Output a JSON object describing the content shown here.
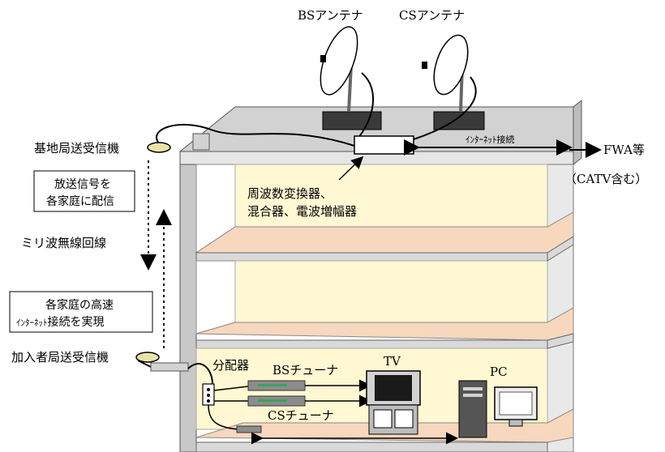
{
  "labels": {
    "bs_antenna": "BSアンテナ",
    "cs_antenna": "CSアンテナ",
    "base_station": "基地局送受信機",
    "internet_connection_roof": "ｲﾝﾀｰﾈｯﾄ接続",
    "fwa": "FWA等",
    "catv": "（CATV含む）",
    "equipment_line1": "周波数変換器、",
    "equipment_line2": "混合器、電波増幅器",
    "millimeter_link": "ミリ波無線回線",
    "subscriber_station": "加入者局送受信機",
    "splitter": "分配器",
    "bs_tuner": "BSチューナ",
    "cs_tuner": "CSチューナ",
    "tv": "TV",
    "pc": "PC"
  },
  "boxes": {
    "broadcast_line1": "放送信号を",
    "broadcast_line2": "各家庭に配信",
    "internet_line1": "各家庭の高速",
    "internet_line2_prefix": "ｲﾝﾀｰﾈｯﾄ",
    "internet_line2_suffix": "接続を実現"
  },
  "colors": {
    "room_fill": "#fff8d2",
    "floor_slab": "#f7d7be",
    "wall_grey": "#c8c8c8",
    "roof_grey": "#d2d2d2",
    "base_dark": "#3a3a3a"
  }
}
